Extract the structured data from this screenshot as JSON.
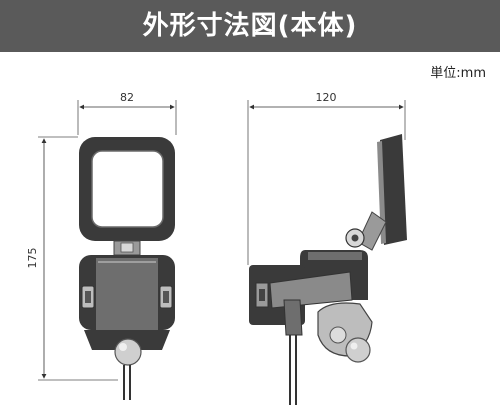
{
  "title": "外形寸法図(本体)",
  "unit_label": "単位:mm",
  "dimensions": {
    "front_width": "82",
    "height": "175",
    "side_width": "120"
  },
  "colors": {
    "banner": "#5a5a5a",
    "body_dark": "#3a3a3a",
    "body_mid": "#8a8a8a",
    "body_light": "#cfcfcf",
    "line": "#222222"
  }
}
